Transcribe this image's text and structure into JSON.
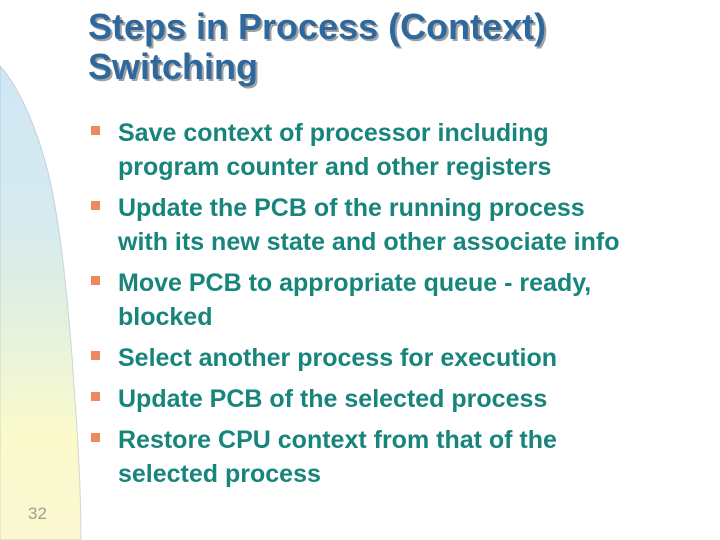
{
  "slide": {
    "title_lines": [
      "Steps in Process (Context)",
      "Switching"
    ],
    "bullets": [
      {
        "lines": [
          "Save context of processor including",
          "program counter and other registers"
        ]
      },
      {
        "lines": [
          "Update the PCB of the running process",
          "with its new state and other associate info"
        ]
      },
      {
        "lines": [
          "Move PCB to appropriate queue - ready,",
          "blocked"
        ]
      },
      {
        "lines": [
          "Select another process for execution"
        ]
      },
      {
        "lines": [
          "Update PCB of the selected process"
        ]
      },
      {
        "lines": [
          "Restore CPU context from that of the",
          "selected process"
        ]
      }
    ],
    "page_number": "32",
    "colors": {
      "title": "#2F689D",
      "title_shadow": "#A1A1A1",
      "body": "#17857C",
      "bullet": "#EC8A5E",
      "page_number": "#A39E8C",
      "band_top": "#CFE5F7",
      "band_mid1": "#D6EAF0",
      "band_mid2": "#E6F2DC",
      "band_mid3": "#FAFACC",
      "band_bottom": "#FBF7D0"
    }
  }
}
